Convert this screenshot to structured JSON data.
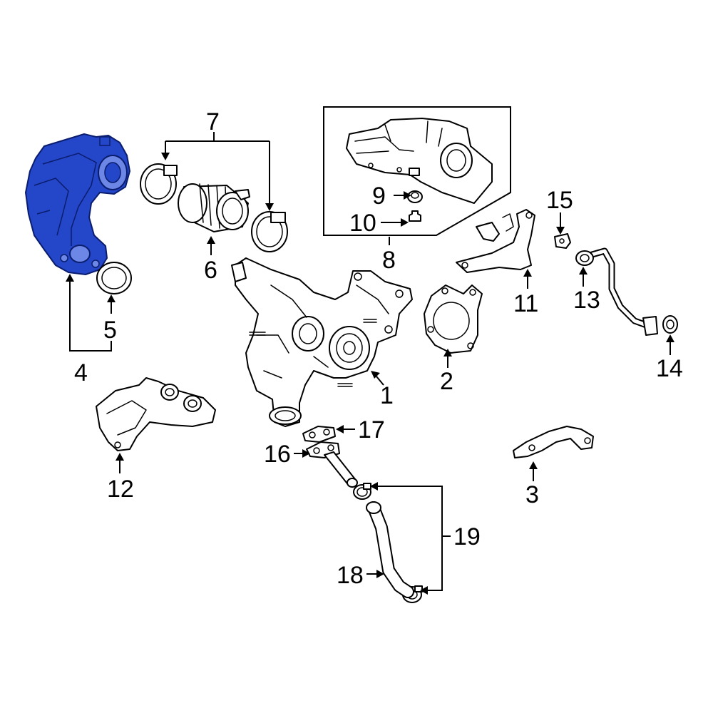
{
  "colors": {
    "highlight": "#2446c8",
    "highlight_outline": "#0a1d6e",
    "line": "#000000",
    "background": "#ffffff"
  },
  "callouts": {
    "c1": "1",
    "c2": "2",
    "c3": "3",
    "c4": "4",
    "c5": "5",
    "c6": "6",
    "c7": "7",
    "c8": "8",
    "c9": "9",
    "c10": "10",
    "c11": "11",
    "c12": "12",
    "c13": "13",
    "c14": "14",
    "c15": "15",
    "c16": "16",
    "c17": "17",
    "c18": "18",
    "c19": "19"
  },
  "highlighted_part": "4"
}
